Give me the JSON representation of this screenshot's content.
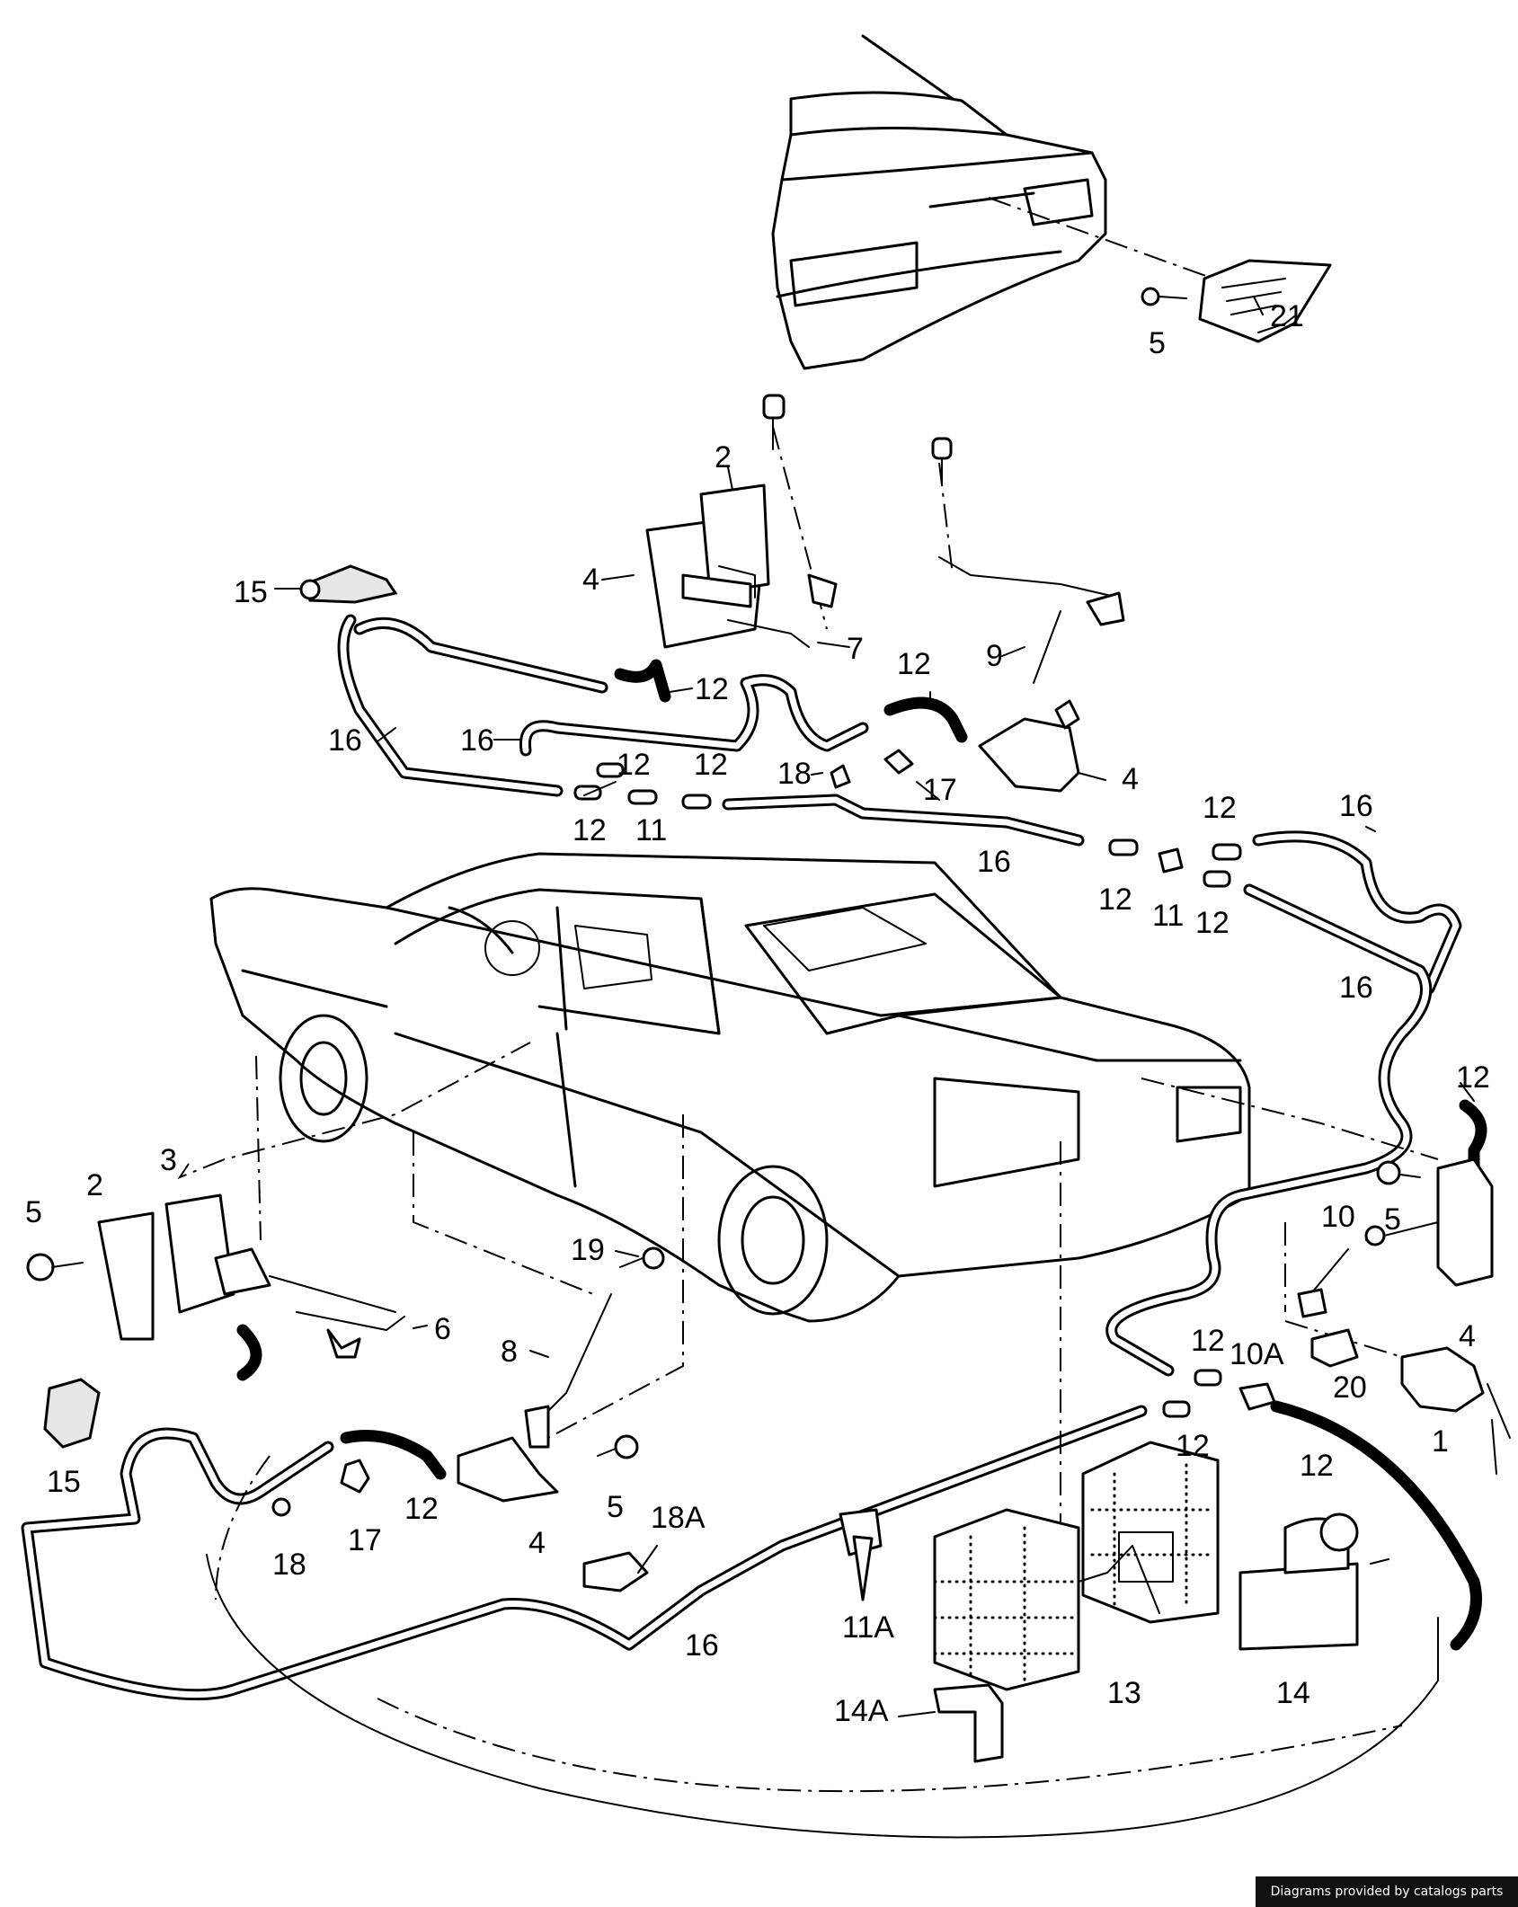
{
  "callouts": {
    "c1": "1",
    "c2": "2",
    "c3": "3",
    "c4": "4",
    "c5": "5",
    "c6": "6",
    "c7": "7",
    "c8": "8",
    "c9": "9",
    "c10": "10",
    "c10a": "10A",
    "c11": "11",
    "c11a": "11A",
    "c12": "12",
    "c13": "13",
    "c14": "14",
    "c14a": "14A",
    "c15": "15",
    "c16": "16",
    "c17": "17",
    "c18": "18",
    "c18a": "18A",
    "c19": "19",
    "c20": "20",
    "c21": "21"
  },
  "footer": {
    "credit": "Diagrams provided by catalogs parts"
  }
}
